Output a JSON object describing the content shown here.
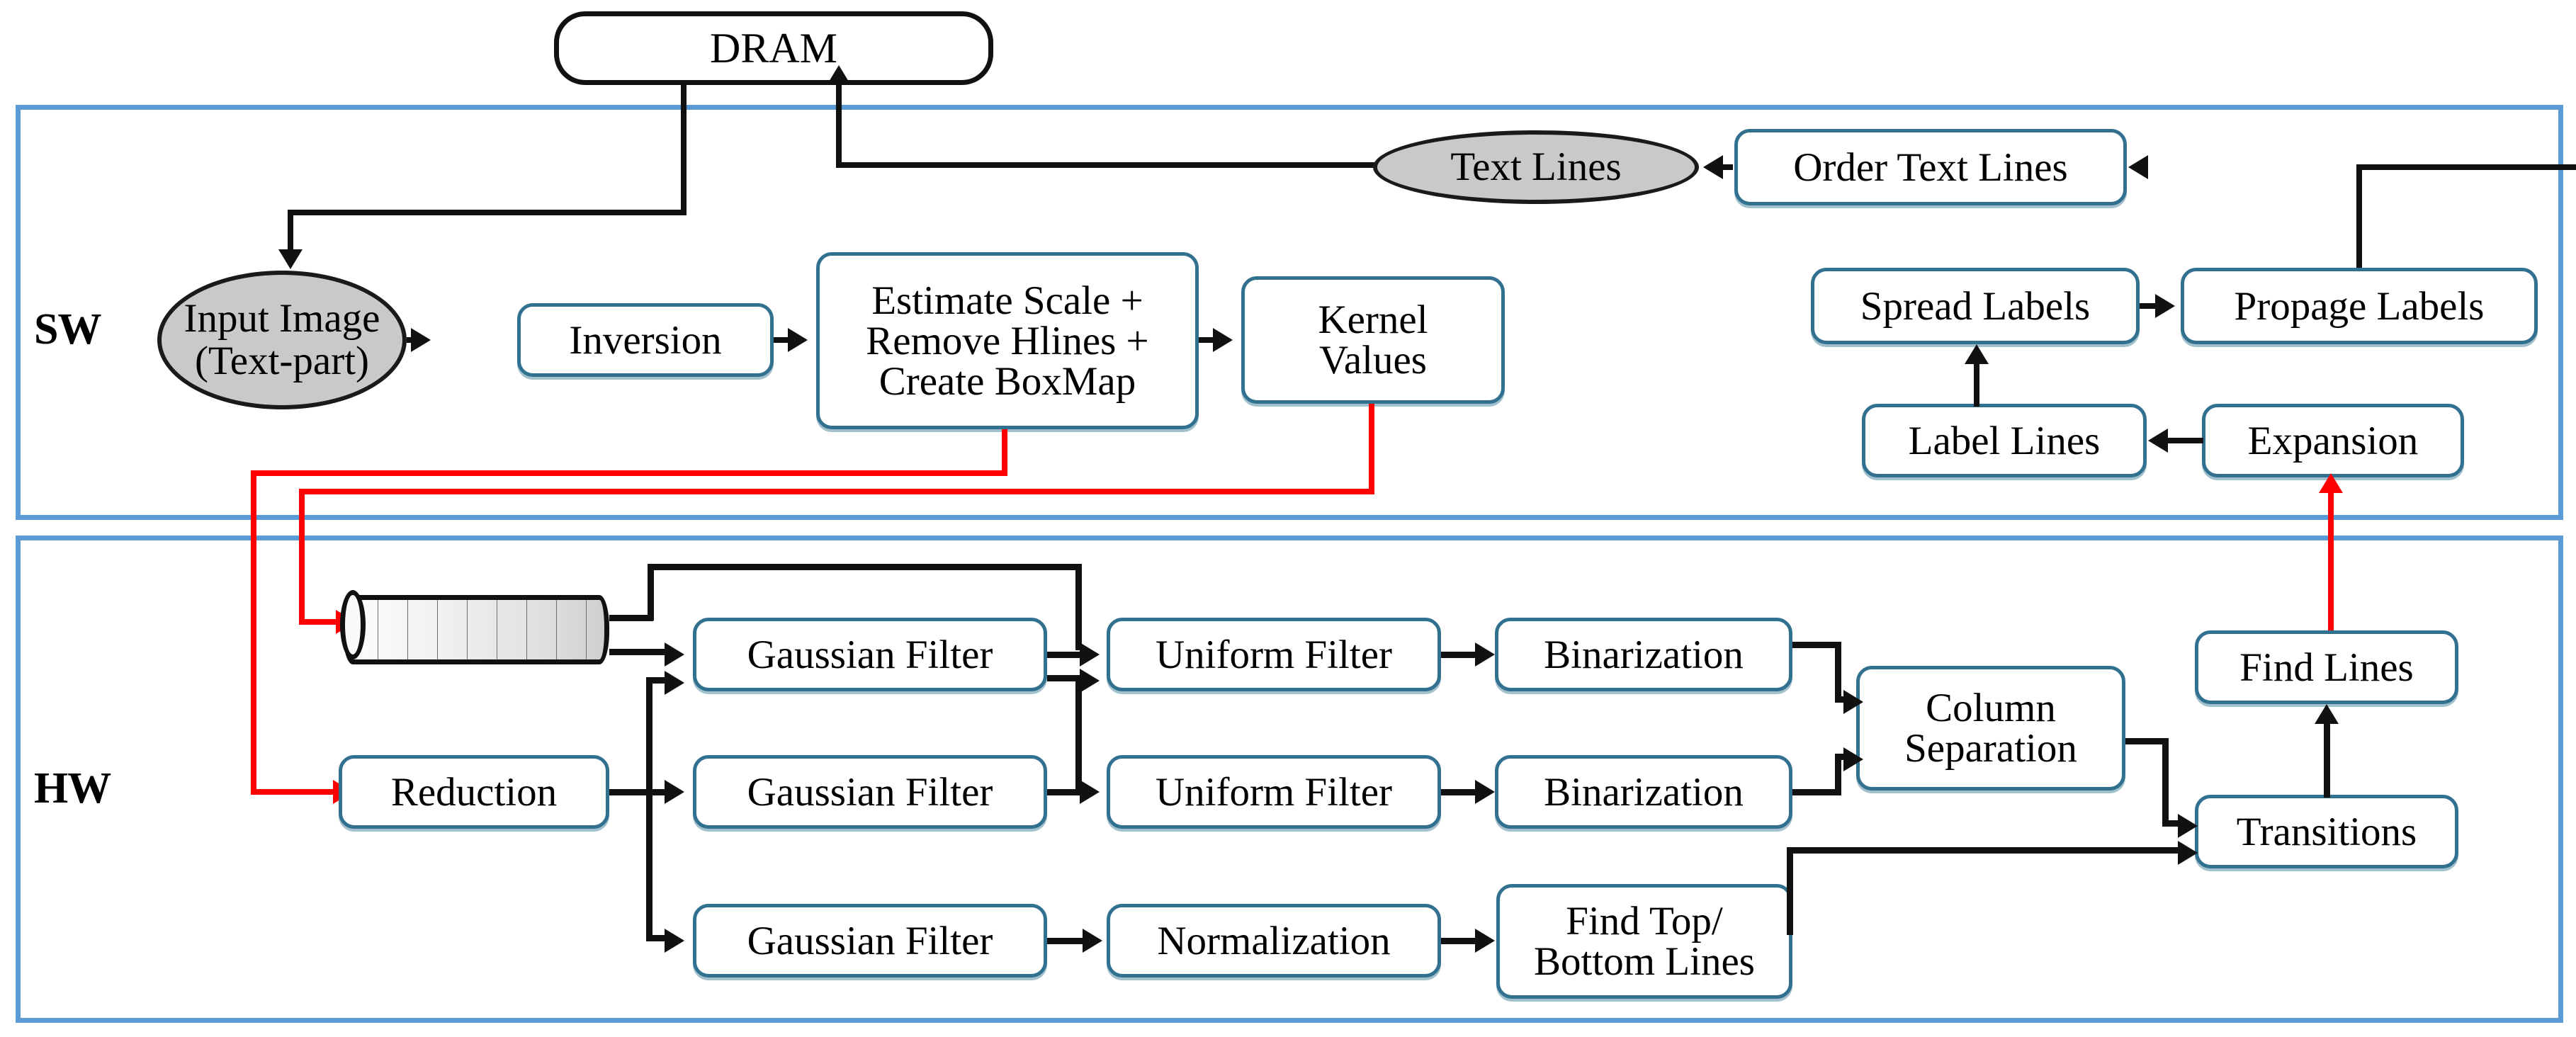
{
  "diagram": {
    "title": "SW/HW text line segmentation pipeline",
    "accent_container_color": "#5B9BD5",
    "node_border_color": "#31708F",
    "data_node_fill": "#C9C9C9",
    "hw_edge_color": "#FF0000",
    "sw_edge_color": "#111111"
  },
  "zones": [
    {
      "id": "sw",
      "label": "SW"
    },
    {
      "id": "hw",
      "label": "HW"
    }
  ],
  "memory": {
    "dram_label": "DRAM"
  },
  "sw": {
    "input_image": "Input Image\n(Text-part)",
    "inversion": "Inversion",
    "estimate": "Estimate Scale +\nRemove Hlines +\nCreate BoxMap",
    "kernel_values": "Kernel\nValues",
    "text_lines": "Text Lines",
    "order_text_lines": "Order Text Lines",
    "spread_labels": "Spread Labels",
    "propage_labels": "Propage Labels",
    "label_lines": "Label Lines",
    "expansion": "Expansion"
  },
  "hw": {
    "buffer": "",
    "reduction": "Reduction",
    "gaussian_filter_1": "Gaussian Filter",
    "gaussian_filter_2": "Gaussian Filter",
    "gaussian_filter_3": "Gaussian Filter",
    "uniform_filter_1": "Uniform Filter",
    "uniform_filter_2": "Uniform Filter",
    "normalization": "Normalization",
    "binarization_1": "Binarization",
    "binarization_2": "Binarization",
    "find_top_bottom_lines": "Find Top/\nBottom Lines",
    "column_separation": "Column\nSeparation",
    "transitions": "Transitions",
    "find_lines": "Find Lines"
  }
}
